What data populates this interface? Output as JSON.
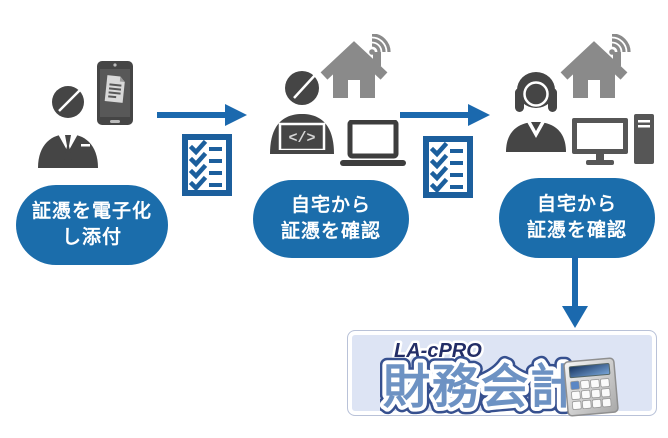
{
  "diagram": {
    "steps": [
      {
        "id": "digitize-and-attach",
        "label_line1": "証憑を電子化",
        "label_line2": "し添付",
        "icons": [
          "businessman-icon",
          "smartphone-document-icon"
        ]
      },
      {
        "id": "check-from-home-laptop",
        "label_line1": "自宅から",
        "label_line2": "証憑を確認",
        "icons": [
          "person-laptop-icon",
          "house-wifi-icon",
          "laptop-icon"
        ]
      },
      {
        "id": "check-from-home-desktop",
        "label_line1": "自宅から",
        "label_line2": "証憑を確認",
        "icons": [
          "businesswoman-icon",
          "house-wifi-icon",
          "desktop-pc-icon"
        ]
      }
    ],
    "connectors": [
      {
        "type": "arrow-right",
        "badge": "checklist-icon"
      },
      {
        "type": "arrow-right",
        "badge": "checklist-icon"
      },
      {
        "type": "arrow-down",
        "badge": null
      }
    ],
    "code_glyph": "</>",
    "product": {
      "brand": "LA-cPRO",
      "name": "財務会計",
      "icon": "calculator-icon"
    },
    "colors": {
      "step_bubble": "#1b6dab",
      "arrow": "#1b69ae",
      "checklist": "#1c5f9d",
      "icon_dark": "#454545",
      "icon_gray": "#8a8a8a",
      "product_box_bg": "#dde4f4",
      "brand_navy": "#232d66",
      "product_name_blue": "#6d92c3",
      "background": "#ffffff"
    }
  }
}
